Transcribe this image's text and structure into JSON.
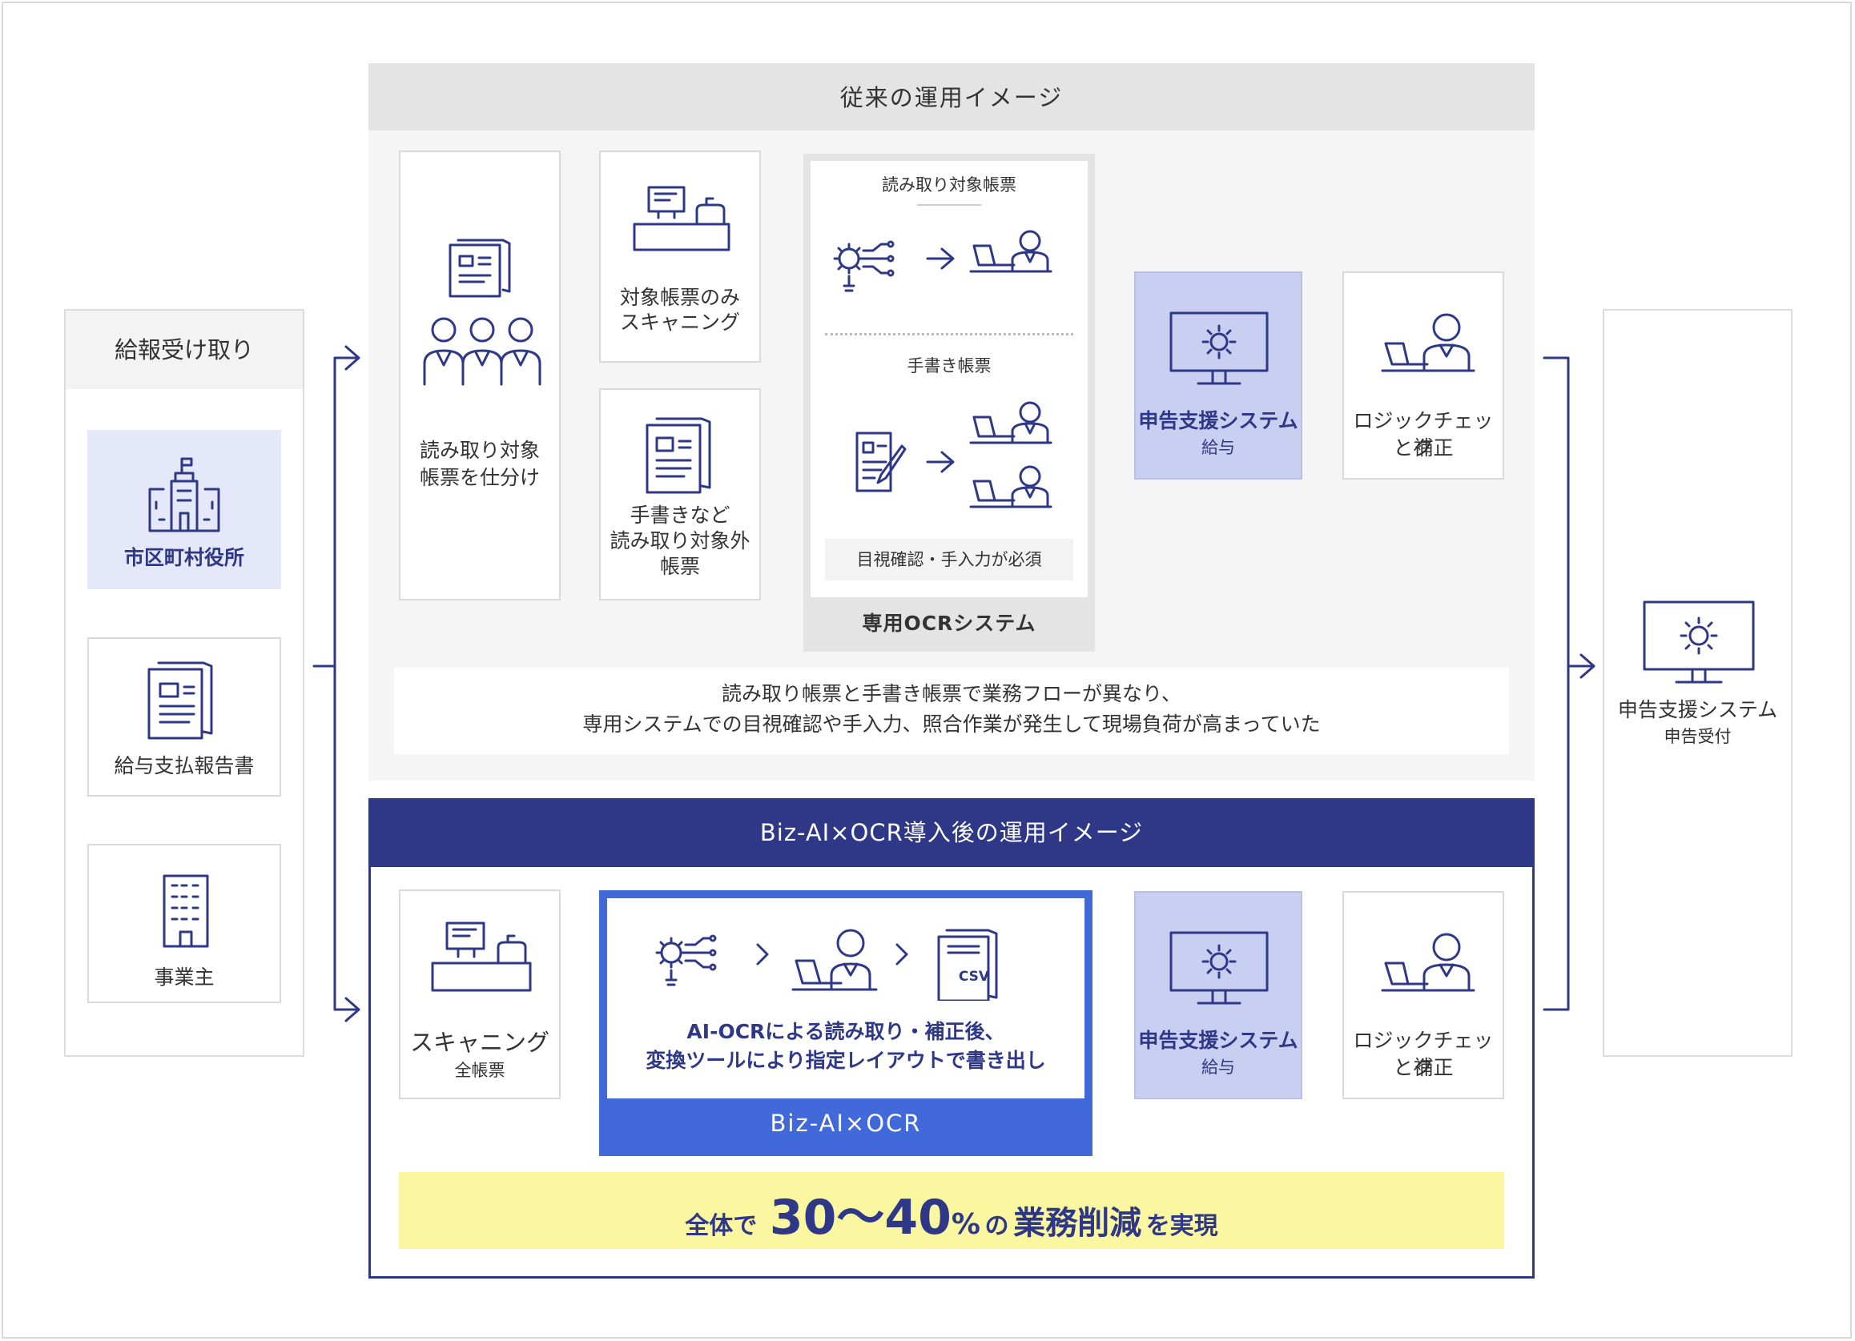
{
  "colors": {
    "navy": "#2e3887",
    "blue": "#4169d9",
    "lavender": "#c9cff0",
    "light_lavender": "#e5e8f8",
    "gray_bg": "#f5f5f5",
    "gray_header": "#e4e4e4",
    "yellow": "#fbf7a1"
  },
  "left_panel": {
    "title": "給報受け取り",
    "items": [
      {
        "label": "市区町村役所",
        "icon": "city-hall-icon"
      },
      {
        "label": "給与支払報告書",
        "icon": "documents-icon"
      },
      {
        "label": "事業主",
        "icon": "office-building-icon"
      }
    ]
  },
  "conventional": {
    "header": "従来の運用イメージ",
    "sort": {
      "line1": "読み取り対象",
      "line2": "帳票を仕分け"
    },
    "scan_target": {
      "line1": "対象帳票のみ",
      "line2": "スキャニング"
    },
    "non_target": {
      "line1": "手書きなど",
      "line2": "読み取り対象外",
      "line3": "帳票"
    },
    "ocr_box": {
      "title": "専用OCRシステム",
      "printed_label": "読み取り対象帳票",
      "handwritten_label": "手書き帳票",
      "note": "目視確認・手入力が必須"
    },
    "system": {
      "title": "申告支援システム",
      "sub": "給与"
    },
    "check": {
      "line1": "ロジックチェック",
      "line2": "と補正"
    },
    "summary": {
      "line1": "読み取り帳票と手書き帳票で業務フローが異なり、",
      "line2": "専用システムでの目視確認や手入力、照合作業が発生して現場負荷が高まっていた"
    }
  },
  "after": {
    "header": "Biz-AI×OCR導入後の運用イメージ",
    "scan": {
      "title": "スキャニング",
      "sub": "全帳票"
    },
    "bizai_box": {
      "line1": "AI-OCRによる読み取り・補正後、",
      "line2": "変換ツールにより指定レイアウトで書き出し",
      "label": "Biz-AI×OCR",
      "csv": "CSV"
    },
    "system": {
      "title": "申告支援システム",
      "sub": "給与"
    },
    "check": {
      "line1": "ロジックチェック",
      "line2": "と補正"
    },
    "result": {
      "prefix": "全体で",
      "number": "30〜40",
      "unit": "%",
      "mid": "の",
      "keyword": "業務削減",
      "suffix": "を実現"
    }
  },
  "right_panel": {
    "title": "申告支援システム",
    "sub": "申告受付"
  }
}
